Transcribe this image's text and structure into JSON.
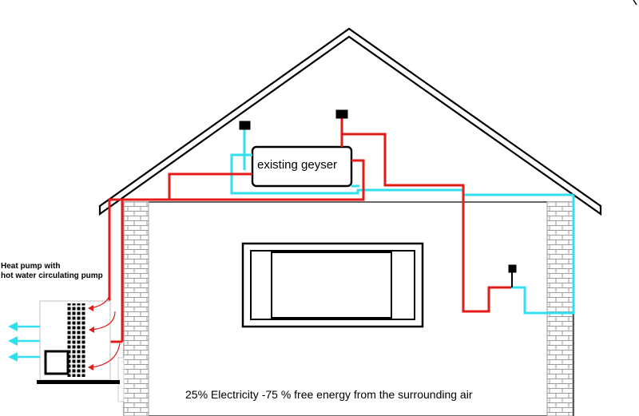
{
  "geyser": {
    "label": "existing geyser"
  },
  "heat_pump": {
    "label_line1": "Heat pump with",
    "label_line2": "hot water circulating pump"
  },
  "caption": "25% Electricity -75 % free energy  from the surrounding air",
  "colors": {
    "hot_pipe": "#e31b1b",
    "cold_pipe": "#30e0ee",
    "outline": "#000000",
    "brick": "#9a9a9a",
    "heat_pump_body": "#cccccc"
  }
}
